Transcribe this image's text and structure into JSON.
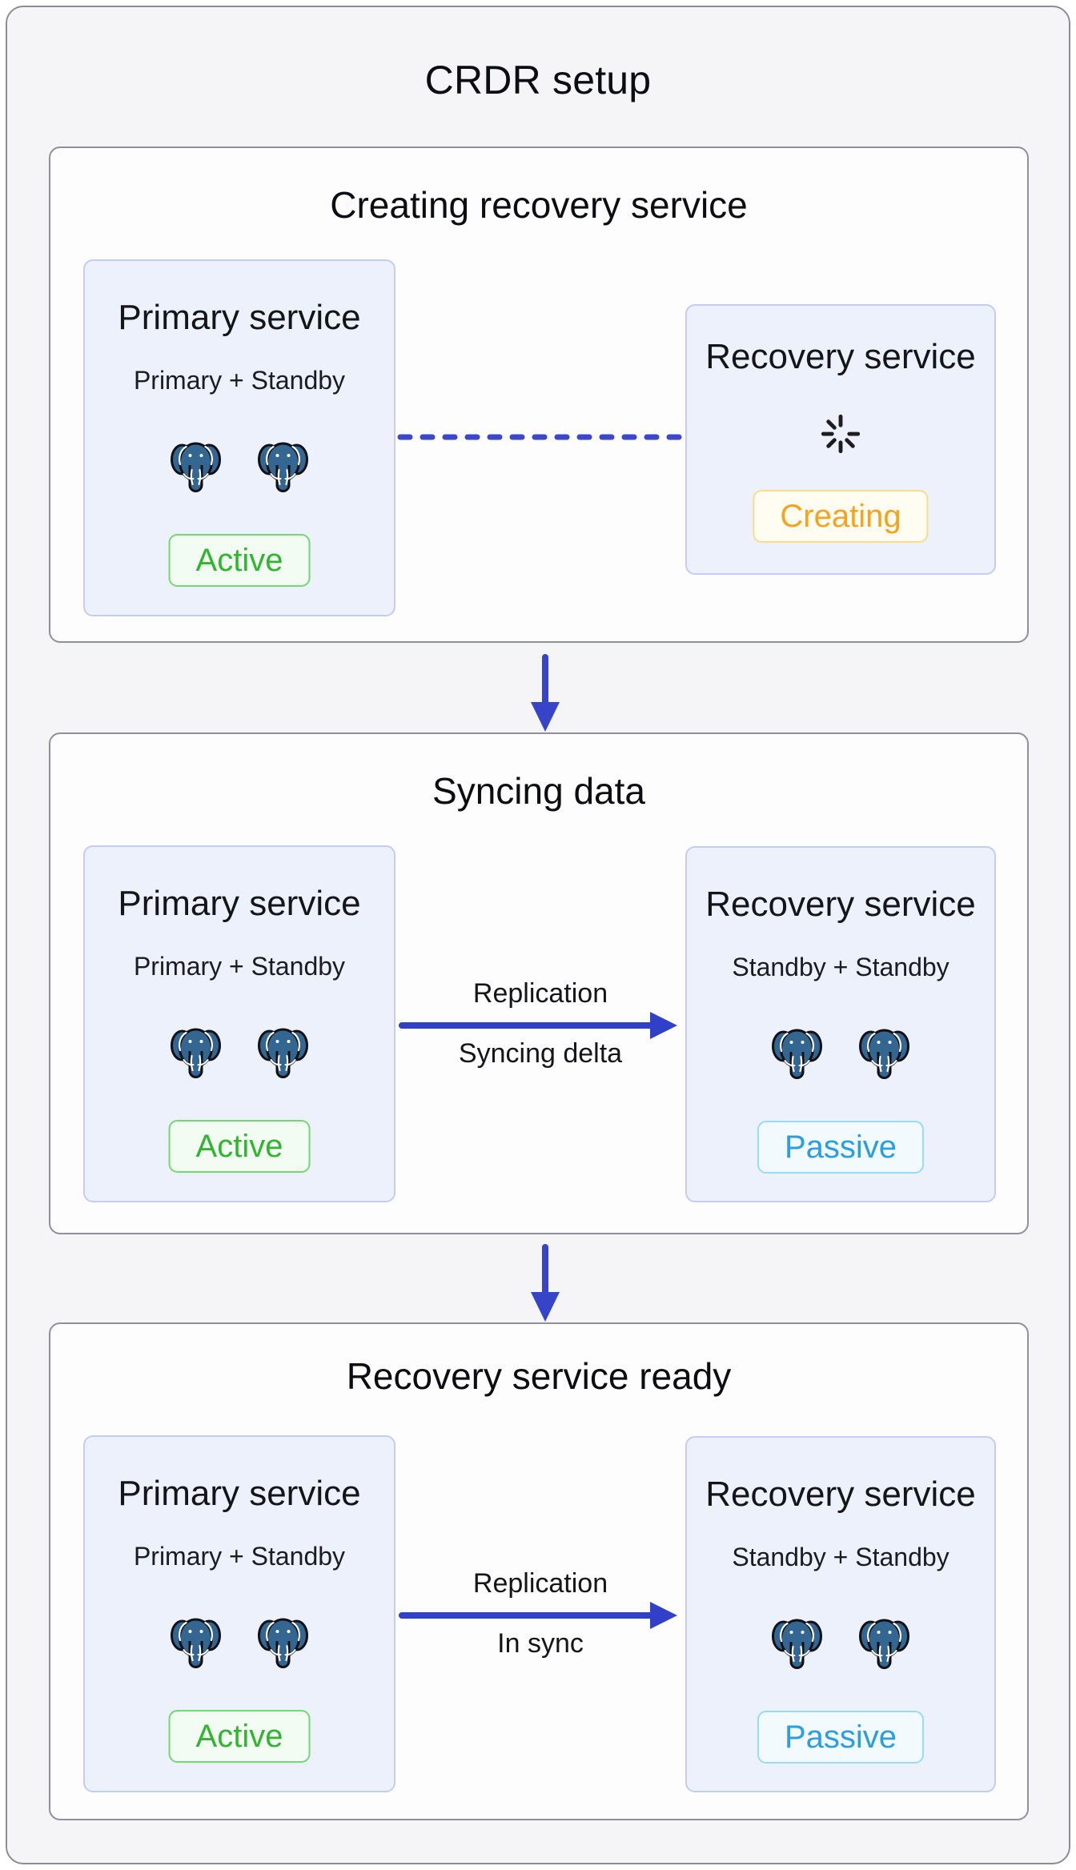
{
  "title": "CRDR setup",
  "colors": {
    "accent_blue": "#3645c7",
    "postgres_blue": "#336791",
    "active_green": "#31b531",
    "creating_orange": "#f5a31f",
    "passive_blue": "#2a9ede",
    "card_bg": "#edf1fb",
    "page_bg": "#f5f5f8"
  },
  "sections": [
    {
      "title": "Creating recovery service",
      "primary_card": {
        "title": "Primary service",
        "subtitle": "Primary + Standby",
        "badge": "Active",
        "icons": [
          "postgresql-elephant",
          "postgresql-elephant"
        ]
      },
      "connector": {
        "type": "dashed-line"
      },
      "recovery_card": {
        "title": "Recovery service",
        "badge": "Creating",
        "icon": "loading-spinner"
      }
    },
    {
      "title": "Syncing data",
      "primary_card": {
        "title": "Primary service",
        "subtitle": "Primary + Standby",
        "badge": "Active",
        "icons": [
          "postgresql-elephant",
          "postgresql-elephant"
        ]
      },
      "connector": {
        "type": "arrow",
        "label_top": "Replication",
        "label_bottom": "Syncing delta"
      },
      "recovery_card": {
        "title": "Recovery service",
        "subtitle": "Standby + Standby",
        "badge": "Passive",
        "icons": [
          "postgresql-elephant",
          "postgresql-elephant"
        ]
      }
    },
    {
      "title": "Recovery service ready",
      "primary_card": {
        "title": "Primary service",
        "subtitle": "Primary + Standby",
        "badge": "Active",
        "icons": [
          "postgresql-elephant",
          "postgresql-elephant"
        ]
      },
      "connector": {
        "type": "arrow",
        "label_top": "Replication",
        "label_bottom": "In sync"
      },
      "recovery_card": {
        "title": "Recovery service",
        "subtitle": "Standby + Standby",
        "badge": "Passive",
        "icons": [
          "postgresql-elephant",
          "postgresql-elephant"
        ]
      }
    }
  ]
}
